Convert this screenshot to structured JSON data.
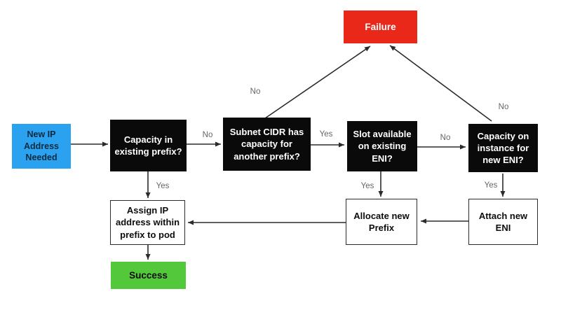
{
  "colors": {
    "blue": "#2ba2ef",
    "red": "#e9281a",
    "green": "#54c83b",
    "node_black": "#0a0a0a",
    "edge_line": "#2b2b2b",
    "edge_label": "#666666",
    "blue_box_text": "#0e2a3f"
  },
  "nodes": {
    "start": "New IP\nAddress\nNeeded",
    "capacity_prefix": "Capacity in\nexisting prefix?",
    "subnet_cidr": "Subnet CIDR has\ncapacity for\nanother prefix?",
    "slot_eni": "Slot available\non existing\nENI?",
    "capacity_instance": "Capacity on\ninstance for\nnew ENI?",
    "failure": "Failure",
    "assign_ip": "Assign IP\naddress within\nprefix to pod",
    "allocate_prefix": "Allocate new\nPrefix",
    "attach_eni": "Attach new\nENI",
    "success": "Success"
  },
  "edges": {
    "capacity_no": "No",
    "capacity_yes": "Yes",
    "cidr_no": "No",
    "cidr_yes": "Yes",
    "slot_no": "No",
    "slot_yes": "Yes",
    "instance_no": "No",
    "instance_yes": "Yes"
  }
}
